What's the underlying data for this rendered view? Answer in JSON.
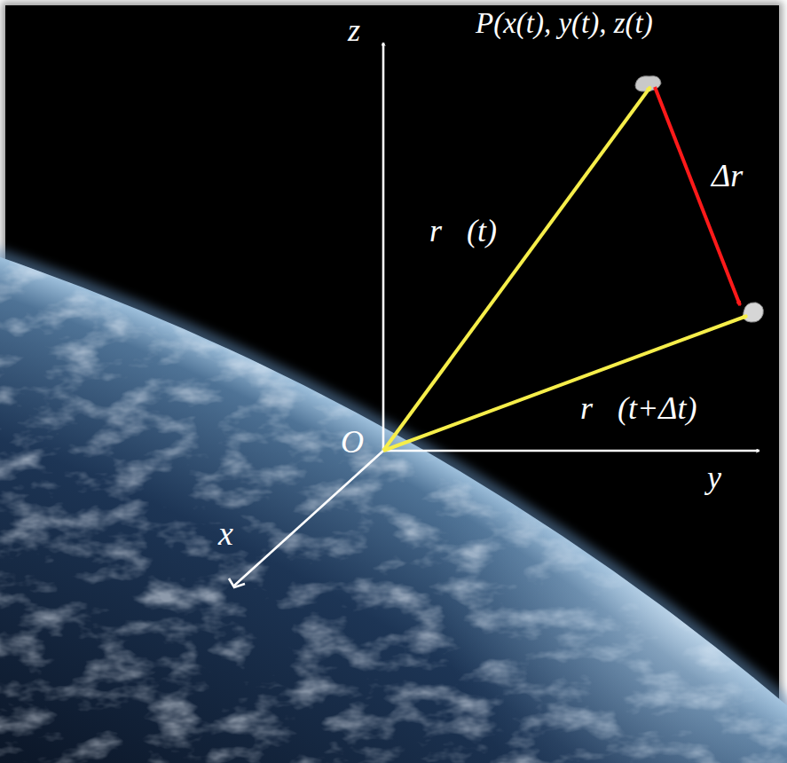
{
  "diagram": {
    "labels": [
      "z",
      "P(x(t), y(t), z(t)",
      "Δr⃗",
      "r⃗(t)",
      "r⃗(t+Δt)",
      "O",
      "y",
      "x"
    ]
  }
}
